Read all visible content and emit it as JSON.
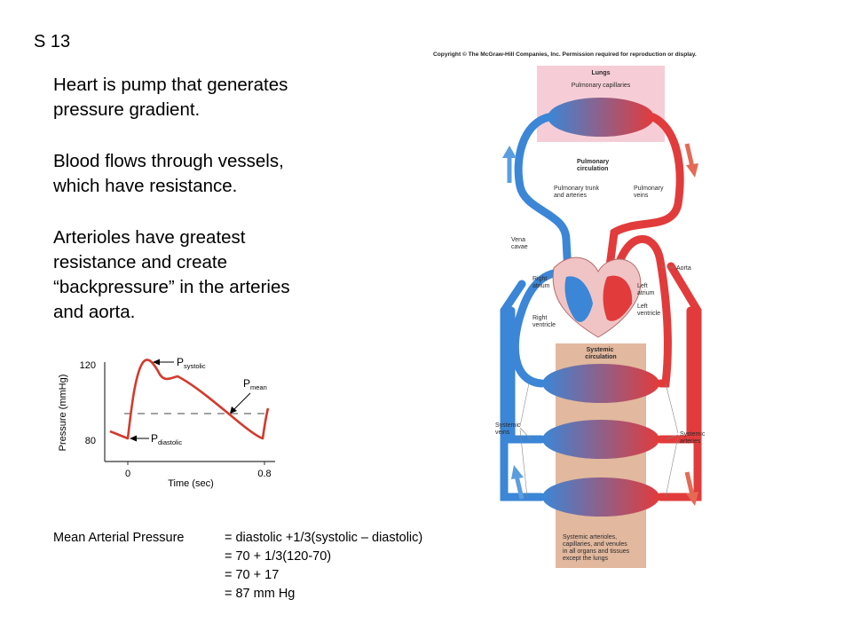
{
  "slide_label": "S 13",
  "paragraphs": [
    {
      "lines": [
        "Heart is pump that generates",
        "pressure gradient."
      ]
    },
    {
      "lines": [
        "Blood flows through vessels,",
        "which have resistance."
      ]
    },
    {
      "lines": [
        "Arterioles have greatest",
        "resistance and create",
        "“backpressure” in the arteries",
        "and aorta."
      ]
    }
  ],
  "graph": {
    "ylabel": "Pressure (mmHg)",
    "xlabel": "Time (sec)",
    "yticks": [
      "120",
      "80"
    ],
    "xticks": [
      "0",
      "0.8"
    ],
    "p_systolic": {
      "main": "P",
      "sub": "systolic"
    },
    "p_mean": {
      "main": "P",
      "sub": "mean"
    },
    "p_diastolic": {
      "main": "P",
      "sub": "diastolic"
    },
    "curve_color": "#d33a2c"
  },
  "formula": {
    "lhs": "Mean Arterial Pressure",
    "lines": [
      "= diastolic  +1/3(systolic – diastolic)",
      "= 70 + 1/3(120-70)",
      "= 70 + 17",
      " = 87 mm Hg"
    ]
  },
  "diagram": {
    "copyright": "Copyright © The McGraw-Hill Companies, Inc. Permission required for reproduction or display.",
    "lungs": "Lungs",
    "pulmonary_capillaries": "Pulmonary capillaries",
    "pulmonary_circulation": [
      "Pulmonary",
      "circulation"
    ],
    "pulmonary_trunk": [
      "Pulmonary trunk",
      "and arteries"
    ],
    "pulmonary_veins": [
      "Pulmonary",
      "veins"
    ],
    "vena_cavae": [
      "Vena",
      "cavae"
    ],
    "aorta": "Aorta",
    "right_atrium": [
      "Right",
      "atrium"
    ],
    "right_ventricle": [
      "Right",
      "ventricle"
    ],
    "left_atrium": [
      "Left",
      "atrium"
    ],
    "left_ventricle": [
      "Left",
      "ventricle"
    ],
    "systemic_circulation": [
      "Systemic",
      "circulation"
    ],
    "systemic_veins": [
      "Systemic",
      "veins"
    ],
    "systemic_arteries": [
      "Systemic",
      "arteries"
    ],
    "systemic_note": [
      "Systemic arterioles,",
      "capillaries, and venules",
      "in all organs and tissues",
      "except the lungs"
    ],
    "colors": {
      "oxygenated": "#e23b3b",
      "deoxygenated": "#3b86d6",
      "lungs_bg": "#f6cdd6",
      "systemic_bg": "#e2b89e"
    }
  }
}
